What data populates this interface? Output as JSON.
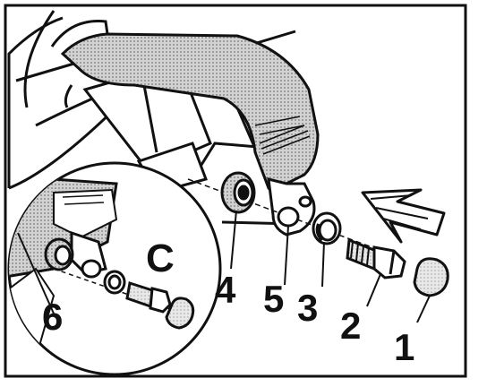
{
  "diagram": {
    "callouts": {
      "c1": "1",
      "c2": "2",
      "c3": "3",
      "c4": "4",
      "c5": "5",
      "c6": "6",
      "detail": "C"
    },
    "colors": {
      "ink": "#111111",
      "paper": "#ffffff",
      "halftone": "#bdbdbd"
    }
  }
}
